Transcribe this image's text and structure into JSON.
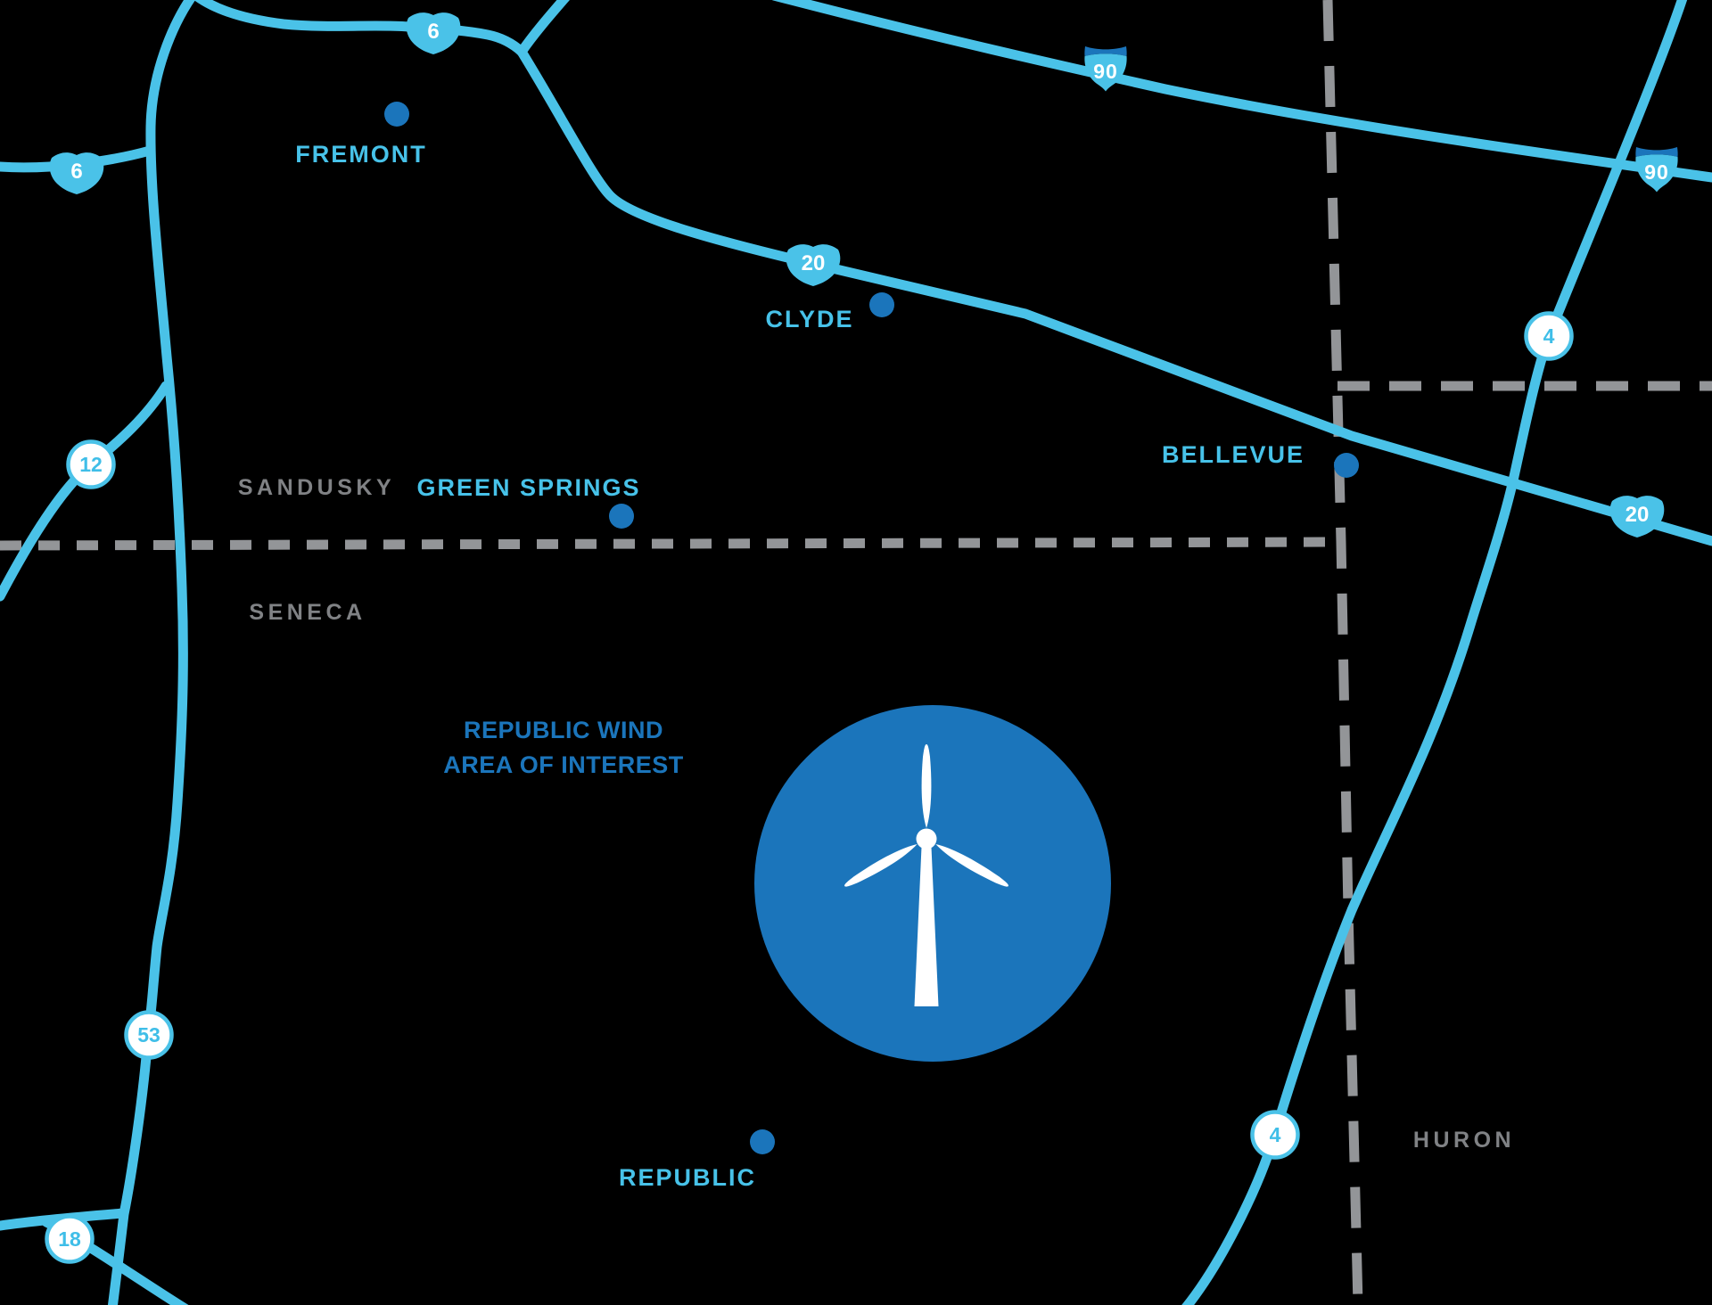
{
  "colors": {
    "background": "#000000",
    "road_blue": "#4AC2E8",
    "dark_blue": "#1B75BB",
    "county_line_gray": "#939598",
    "county_label_gray": "#808285",
    "white": "#FFFFFF"
  },
  "area_label": {
    "line1": "REPUBLIC WIND",
    "line2": "AREA OF INTEREST"
  },
  "cities": {
    "fremont": "FREMONT",
    "clyde": "CLYDE",
    "green_springs": "GREEN SPRINGS",
    "bellevue": "BELLEVUE",
    "republic": "REPUBLIC"
  },
  "counties": {
    "sandusky": "SANDUSKY",
    "seneca": "SENECA",
    "huron": "HURON"
  },
  "route_markers": {
    "us6": "6",
    "us20": "20",
    "i90": "90",
    "sr4": "4",
    "sr12": "12",
    "sr53": "53",
    "sr18": "18"
  }
}
